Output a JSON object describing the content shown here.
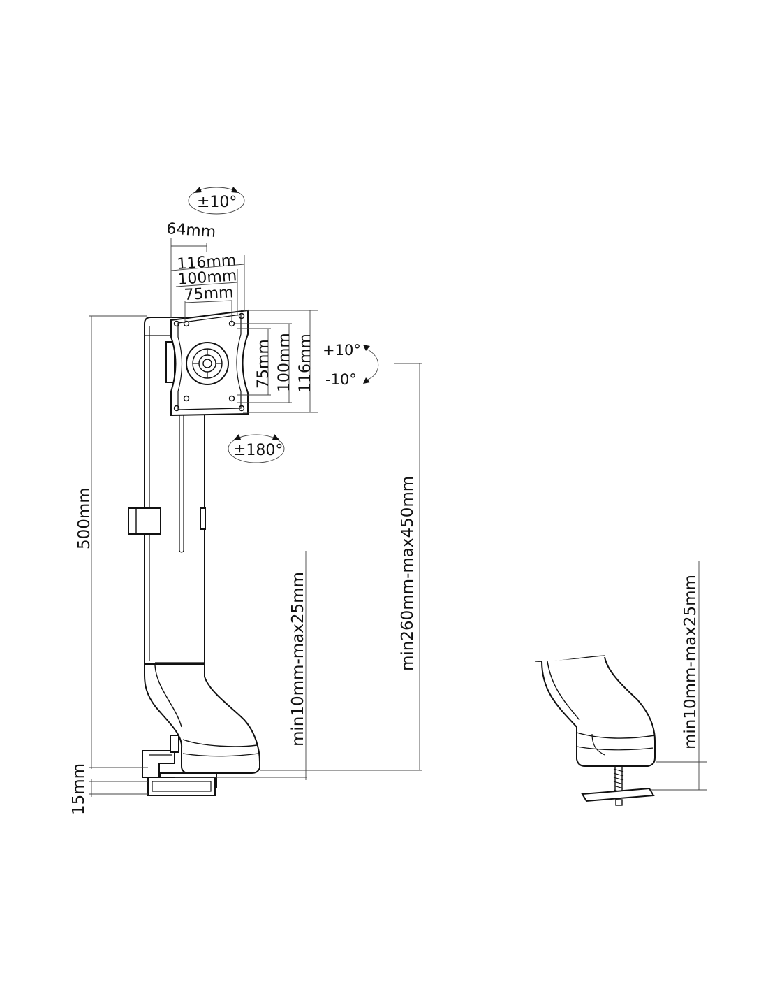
{
  "labels": {
    "tilt_top": "±10°",
    "dim_64": "64mm",
    "dim_116_h": "116mm",
    "dim_100_h": "100mm",
    "dim_75_h": "75mm",
    "dim_75_v": "75mm",
    "dim_100_v": "100mm",
    "dim_116_v": "116mm",
    "tilt_plus": "+10°",
    "tilt_minus": "-10°",
    "rotate": "±180°",
    "height_500": "500mm",
    "height_range": "min260mm-max450mm",
    "clamp_range_left": "min10mm-max25mm",
    "base_15": "15mm",
    "clamp_range_right": "min10mm-max25mm"
  }
}
